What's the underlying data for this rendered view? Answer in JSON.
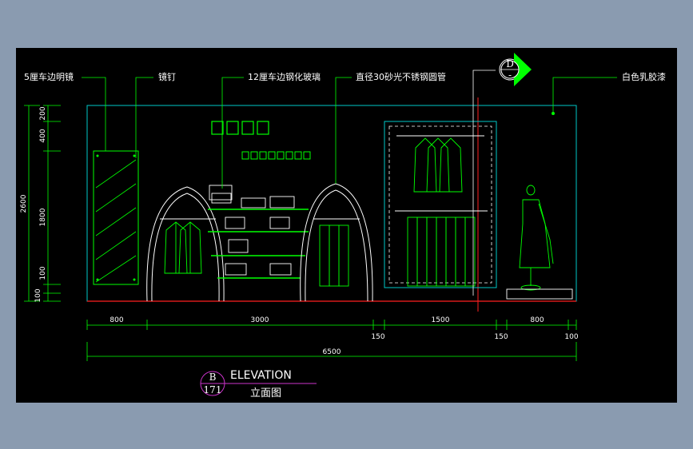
{
  "colors": {
    "background": "#000000",
    "page": "#8a9bb0",
    "wall": "#00c8c8",
    "leader": "#00ff00",
    "fixture": "#ffffff",
    "floor": "#ff2020",
    "bubble": "#cc33cc",
    "dim": "#00ff00"
  },
  "labels": {
    "mirror": "5厘车边明镜",
    "nail": "镜钉",
    "glass": "12厘车边钢化玻璃",
    "tube": "直径30砂光不锈钢圆管",
    "paint": "白色乳胶漆"
  },
  "section_marker": {
    "letter": "D",
    "sheet": "-"
  },
  "dims_bottom": [
    "800",
    "3000",
    "1500",
    "800"
  ],
  "dims_small": [
    "150",
    "150",
    "100"
  ],
  "dims_total": "6500",
  "dims_left": [
    "200",
    "400",
    "1800",
    "100",
    "100"
  ],
  "dims_left_total": "2600",
  "title_block": {
    "letter": "B",
    "sheet": "171",
    "title": "ELEVATION",
    "subtitle": "立面图"
  }
}
